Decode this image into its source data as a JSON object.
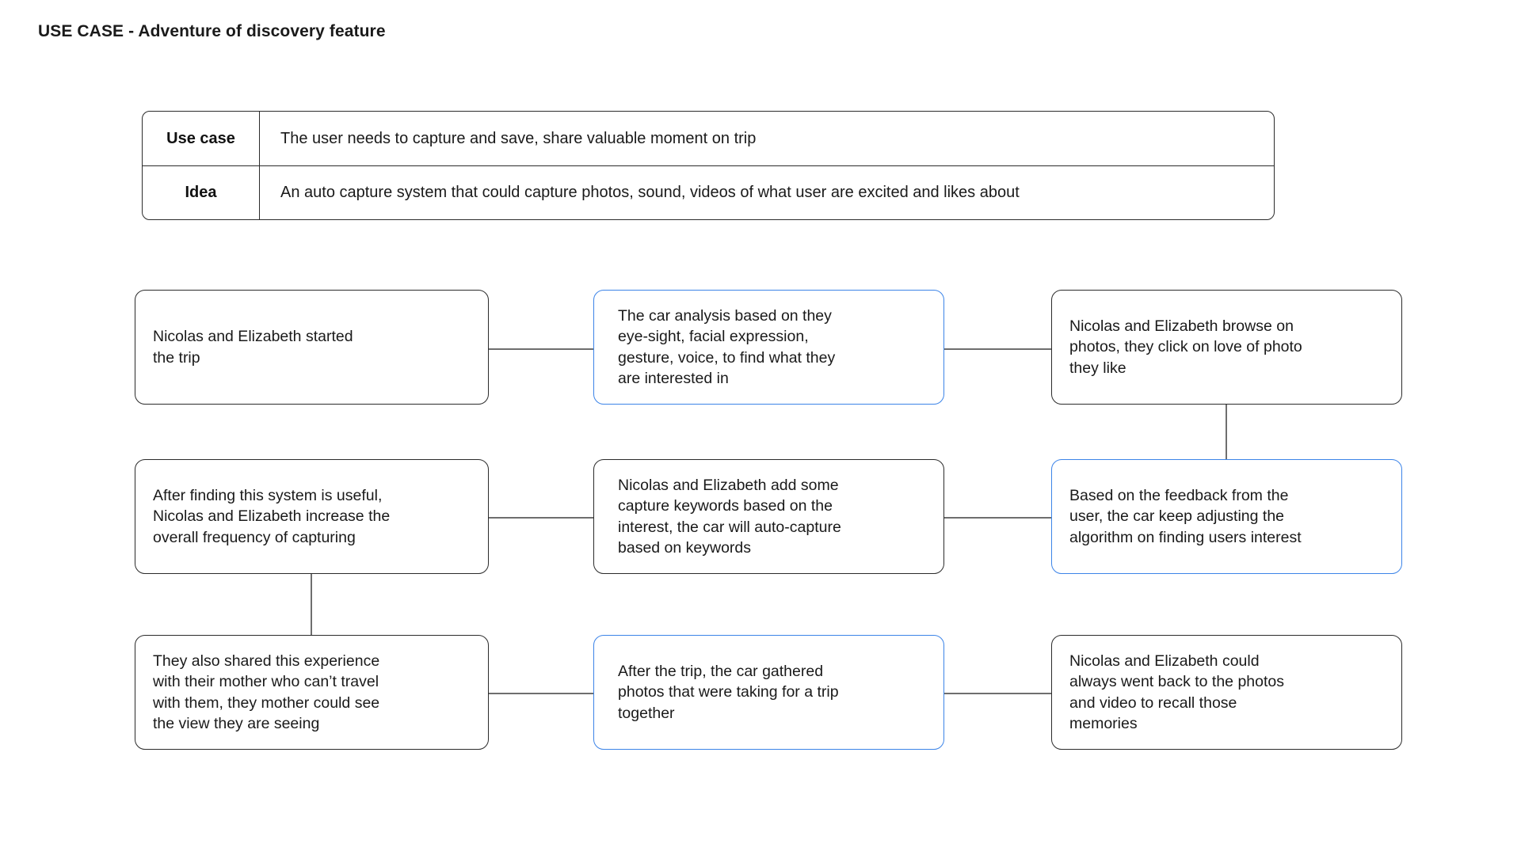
{
  "page": {
    "title": "USE CASE - Adventure of discovery feature",
    "accent_color": "#3c84e8",
    "border_color": "#2b2b2b",
    "connector_color": "#6e6e6e",
    "background": "#ffffff"
  },
  "info_table": {
    "rows": [
      {
        "key": "Use case",
        "value": "The user needs to capture and save, share valuable moment on trip"
      },
      {
        "key": "Idea",
        "value": "An auto capture system that could capture photos, sound, videos of what user are excited and likes about"
      }
    ]
  },
  "flow": {
    "nodes": [
      {
        "id": "n1",
        "text": "Nicolas and Elizabeth started\nthe trip",
        "accent": false
      },
      {
        "id": "n2",
        "text": "The car analysis based on they\neye-sight, facial expression,\ngesture,  voice, to find what they\nare interested in",
        "accent": true
      },
      {
        "id": "n3",
        "text": "Nicolas and Elizabeth browse on\nphotos, they click on love of photo\nthey like",
        "accent": false
      },
      {
        "id": "n4",
        "text": "After finding this system is useful,\nNicolas and Elizabeth increase the\noverall frequency of capturing",
        "accent": false
      },
      {
        "id": "n5",
        "text": "Nicolas and Elizabeth add some\ncapture keywords based on the\ninterest, the car will auto-capture\nbased on keywords",
        "accent": false
      },
      {
        "id": "n6",
        "text": "Based on the feedback from the\nuser, the car keep adjusting the\nalgorithm on finding users interest",
        "accent": true
      },
      {
        "id": "n7",
        "text": "They also shared this experience\nwith their mother who can’t travel\nwith them, they mother could see\nthe view they are seeing",
        "accent": false
      },
      {
        "id": "n8",
        "text": "After the trip, the car gathered\nphotos that were taking for a trip\ntogether",
        "accent": true
      },
      {
        "id": "n9",
        "text": "Nicolas and Elizabeth could\nalways went back to the photos\nand video to recall those\nmemories",
        "accent": false
      }
    ]
  }
}
